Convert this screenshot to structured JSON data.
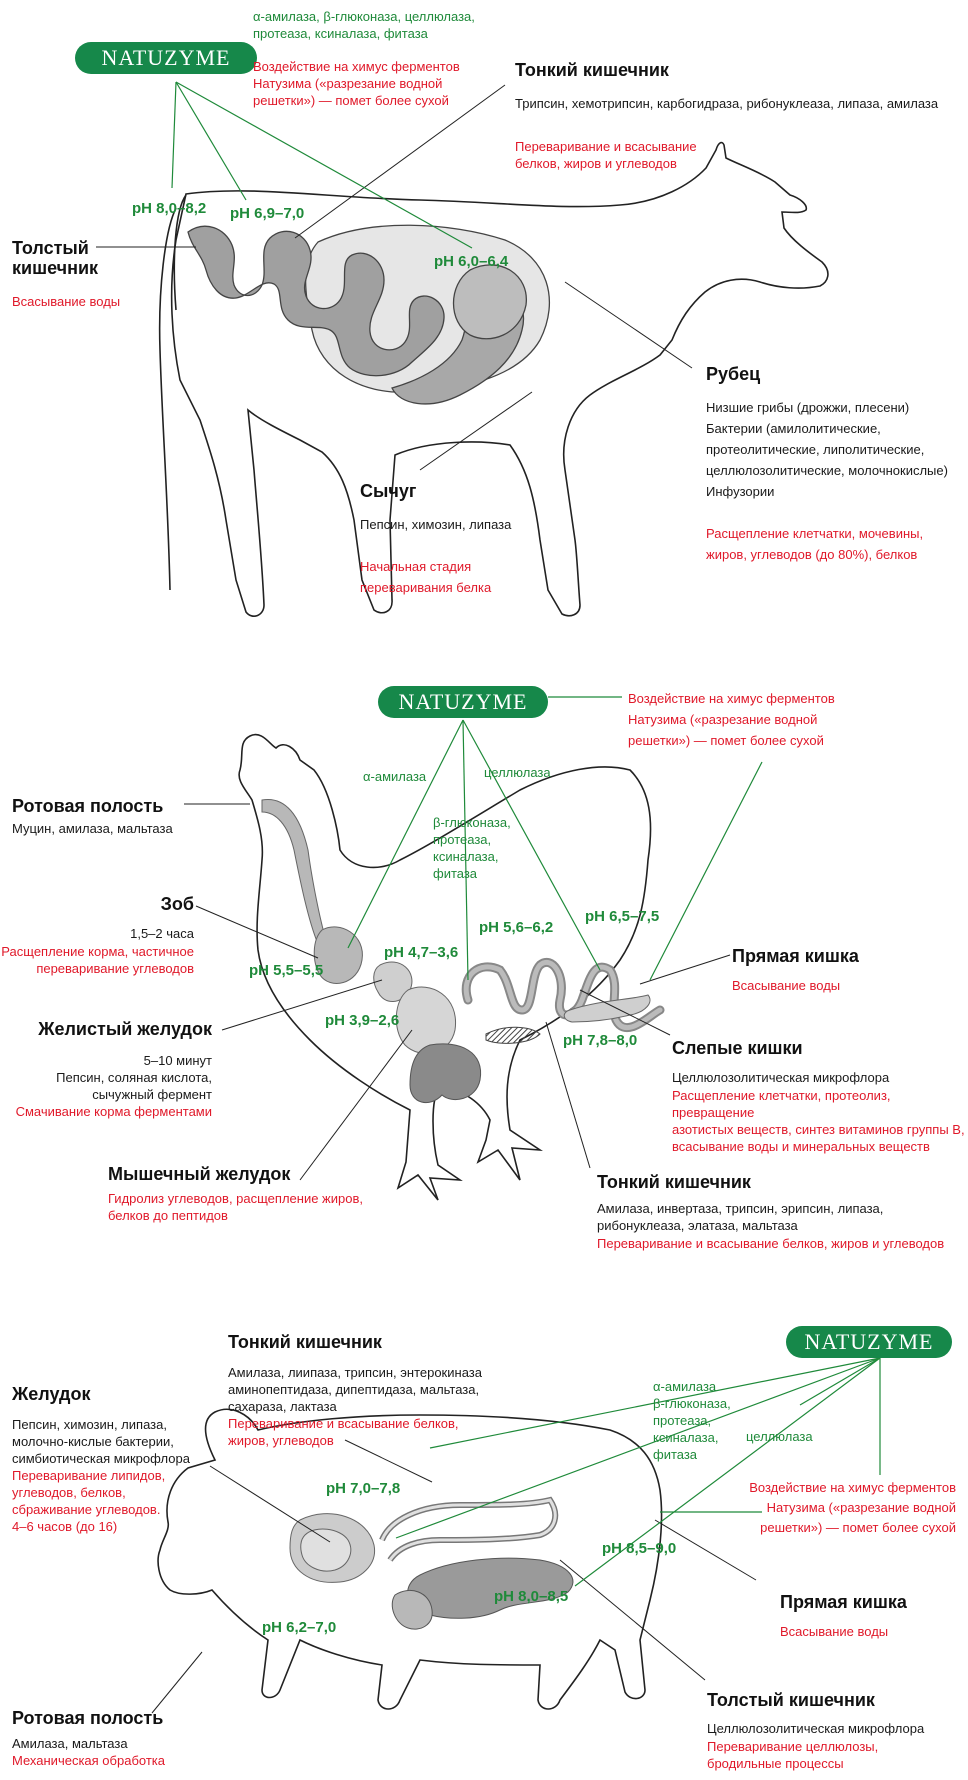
{
  "colors": {
    "brand": "#16884a",
    "ph": "#1f8a3a",
    "effect": "#e0192a",
    "organ_dark": "#999999",
    "organ_light": "#e6e6e6"
  },
  "cow": {
    "brand": "NATUZYME",
    "enzymes_top": "α-амилаза, β-глюконаза, целлюлаза,\nпротеаза, ксиналаза, фитаза",
    "effect": "Воздействие на химус ферментов\nНатузима («разрезание водной\nрешетки») — помет более сухой",
    "small_intestine": {
      "title": "Тонкий кишечник",
      "enzymes": "Трипсин, хемотрипсин, карбогидраза, рибонуклеаза, липаза, амилаза",
      "effect": "Переваривание и всасывание\nбелков, жиров и углеводов"
    },
    "large_intestine": {
      "title": "Толстый\nкишечник",
      "effect": "Всасывание воды"
    },
    "rumen": {
      "title": "Рубец",
      "microflora": "Низшие грибы (дрожжи, плесени)\nБактерии (амилолитические,\nпротеолитические, липолитические,\nцеллюлозолитические, молочнокислые)\nИнфузории",
      "effect": "Расщепление клетчатки, мочевины,\nжиров, углеводов (до 80%), белков"
    },
    "abomasum": {
      "title": "Сычуг",
      "enzymes": "Пепсин, химозин, липаза",
      "effect": "Начальная стадия\nпереваривания белка"
    },
    "ph": [
      "pH 8,0–8,2",
      "pH 6,9–7,0",
      "pH 6,0–6,4"
    ]
  },
  "chicken": {
    "brand": "NATUZYME",
    "effect": "Воздействие на химус ферментов\nНатузима («разрезание водной\nрешетки») — помет более сухой",
    "enzyme_amylase": "α-амилаза",
    "enzyme_cellulase": "целлюлаза",
    "enzyme_group": "β-глюконаза,\nпротеаза,\nксиналаза,\nфитаза",
    "mouth": {
      "title": "Ротовая полость",
      "enzymes": "Муцин, амилаза, мальтаза"
    },
    "crop": {
      "title": "Зоб",
      "time": "1,5–2 часа",
      "effect": "Расщепление корма, частичное\nпереваривание углеводов"
    },
    "glandular": {
      "title": "Желистый желудок",
      "details": "5–10 минут\nПепсин, соляная кислота,\nсычужный фермент",
      "effect": "Смачивание корма ферментами"
    },
    "gizzard": {
      "title": "Мышечный желудок",
      "effect": "Гидролиз углеводов, расщепление жиров,\nбелков до пептидов"
    },
    "rectum": {
      "title": "Прямая кишка",
      "effect": "Всасывание воды"
    },
    "ceca": {
      "title": "Слепые кишки",
      "microflora": "Целлюлозолитическая микрофлора",
      "effect": "Расщепление клетчатки, протеолиз, превращение\nазотистых веществ, синтез витаминов группы В,\nвсасывание воды и минеральных веществ"
    },
    "small_intestine": {
      "title": "Тонкий кишечник",
      "enzymes": "Амилаза, инвертаза, трипсин, эрипсин, липаза,\nрибонуклеаза, элатаза, мальтаза",
      "effect": "Переваривание и всасывание белков, жиров и углеводов"
    },
    "ph": [
      "pH 5,5–5,5",
      "pH 4,7–3,6",
      "pH 5,6–6,2",
      "pH 6,5–7,5",
      "pH 3,9–2,6",
      "pH 7,8–8,0"
    ]
  },
  "pig": {
    "brand": "NATUZYME",
    "enzyme_group": "α-амилаза\nβ-глюконаза,\nпротеаза,\nксиналаза,\nфитаза",
    "enzyme_cellulase": "целлюлаза",
    "effect": "Воздействие на химус ферментов\nНатузима («разрезание водной\nрешетки») — помет более сухой",
    "small_intestine": {
      "title": "Тонкий кишечник",
      "enzymes": "Амилаза, лиипаза, трипсин, энтерокиназа\nаминопептидаза, дипептидаза, мальтаза,\nсахараза, лактаза",
      "effect": "Переваривание и всасывание белков,\nжиров, углеводов"
    },
    "stomach": {
      "title": "Желудок",
      "enzymes": "Пепсин, химозин, липаза,\nмолочно-кислые бактерии,\nсимбиотическая микрофлора",
      "effect": "Переваривание липидов,\nуглеводов, белков,\nсбраживание углеводов.\n4–6 часов (до 16)"
    },
    "rectum": {
      "title": "Прямая кишка",
      "effect": "Всасывание воды"
    },
    "large_intestine": {
      "title": "Толстый кишечник",
      "microflora": "Целлюлозолитическая микрофлора",
      "effect": "Переваривание целлюлозы,\nбродильные процессы"
    },
    "mouth": {
      "title": "Ротовая полость",
      "enzymes": "Амилаза, мальтаза",
      "effect": "Механическая обработка"
    },
    "ph": [
      "pH 7,0–7,8",
      "pH 8,5–9,0",
      "pH 8,0–8,5",
      "pH 6,2–7,0"
    ]
  }
}
